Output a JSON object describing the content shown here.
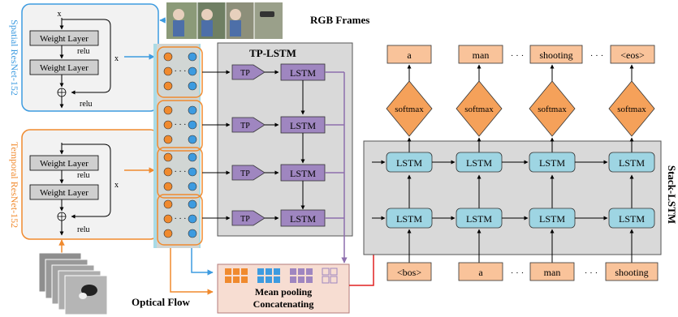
{
  "spatial_net": {
    "title": "Spatial ResNet-152",
    "layer1": "Weight Layer",
    "layer2": "Weight Layer",
    "input": "x",
    "relu_mid": "relu",
    "skip": "x",
    "relu_out": "relu"
  },
  "temporal_net": {
    "title": "Temporal ResNet-152",
    "layer1": "Weight Layer",
    "layer2": "Weight Layer",
    "relu_mid": "relu",
    "skip": "x",
    "relu_out": "relu"
  },
  "inputs": {
    "rgb": "RGB Frames",
    "flow": "Optical Flow"
  },
  "tp_lstm": {
    "title": "TP-LSTM",
    "tp_label": "TP",
    "lstm_label": "LSTM"
  },
  "pooling": {
    "line1": "Mean pooling",
    "line2": "Concatenating"
  },
  "stack_lstm": {
    "title": "Stack-LSTM",
    "lstm_label": "LSTM",
    "softmax_label": "softmax",
    "outputs": [
      "a",
      "man",
      "shooting",
      "<eos>"
    ],
    "inputs": [
      "<bos>",
      "a",
      "man",
      "shooting"
    ],
    "ellipsis": "· · ·"
  },
  "colors": {
    "blue": "#3d9be0",
    "orange": "#f08a2e",
    "purple": "#8e6fae",
    "red": "#e02020",
    "lstm_fill": "#9ed5e3",
    "word_fill": "#f9c39a",
    "purple_fill": "#9f86c0"
  }
}
